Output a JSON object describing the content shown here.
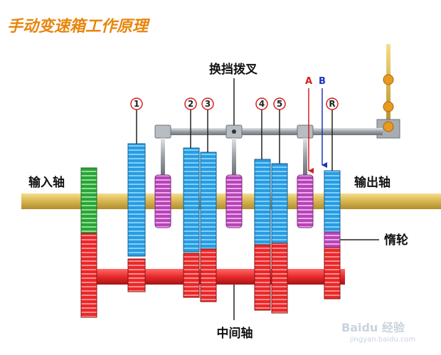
{
  "title": "手动变速箱工作原理",
  "labels": {
    "shift_fork": "换挡拨叉",
    "input_shaft": "输入轴",
    "output_shaft": "输出轴",
    "idler_gear": "惰轮",
    "countershaft": "中间轴"
  },
  "gears": [
    "1",
    "2",
    "3",
    "4",
    "5",
    "R"
  ],
  "arrows": {
    "a": "A",
    "b": "B"
  },
  "watermark": {
    "brand": "Baidu 经验",
    "url": "jingyan.baidu.com"
  },
  "colors": {
    "title": "#e8850c",
    "blue_gear": "#2a9ce0",
    "red_gear": "#e8292b",
    "green_gear": "#2aa43a",
    "purple_sync": "#c24fc2",
    "shaft_gold": "#e2c36a",
    "rod_gray": "#9aa0a6",
    "arrow_a": "#d42020",
    "arrow_b": "#1a36b8"
  }
}
